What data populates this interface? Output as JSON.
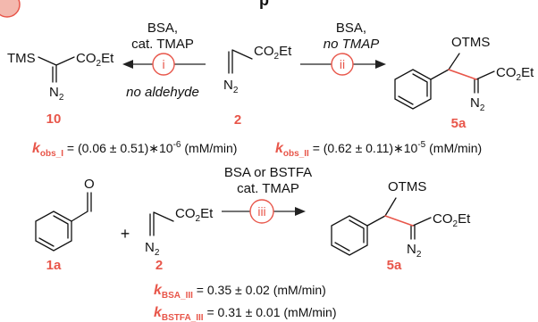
{
  "top_line": {
    "fragment": "p"
  },
  "reaction_i": {
    "reagent_line1": "BSA,",
    "reagent_line2": "cat. TMAP",
    "label": "i",
    "condition": "no aldehyde"
  },
  "reaction_ii": {
    "reagent_line1": "BSA,",
    "reagent_line2": "no TMAP",
    "label": "ii"
  },
  "reaction_iii": {
    "reagent_line1": "BSA or BSTFA",
    "reagent_line2": "cat. TMAP",
    "label": "iii",
    "plus": "+"
  },
  "compounds": {
    "c10": {
      "id": "10",
      "tms": "TMS",
      "ester": "CO",
      "ester_sub": "2",
      "ester_end": "Et",
      "diazo": "N",
      "diazo_sub": "2"
    },
    "c2": {
      "id": "2",
      "ester": "CO",
      "ester_sub": "2",
      "ester_end": "Et",
      "diazo": "N",
      "diazo_sub": "2"
    },
    "c5a": {
      "id": "5a",
      "otms": "OTMS",
      "ester": "CO",
      "ester_sub": "2",
      "ester_end": "Et",
      "diazo": "N",
      "diazo_sub": "2"
    },
    "c1a": {
      "id": "1a",
      "oxygen": "O"
    }
  },
  "rates": {
    "k_obs_I": {
      "k": "k",
      "sub": "obs_I",
      "value_pre": " = (0.06 ± 0.51)∗10",
      "exp": "-6",
      "unit": " (mM/min)"
    },
    "k_obs_II": {
      "k": "k",
      "sub": "obs_II",
      "value_pre": " = (0.62 ± 0.11)∗10",
      "exp": "-5",
      "unit": " (mM/min)"
    },
    "k_BSA_III": {
      "k": "k",
      "sub": "BSA_III",
      "value": " = 0.35 ± 0.02 (mM/min)"
    },
    "k_BSTFA_III": {
      "k": "k",
      "sub": "BSTFA_III",
      "value": " = 0.31 ± 0.01 (mM/min)"
    }
  },
  "colors": {
    "accent_red": "#e8564a",
    "text": "#111111"
  }
}
